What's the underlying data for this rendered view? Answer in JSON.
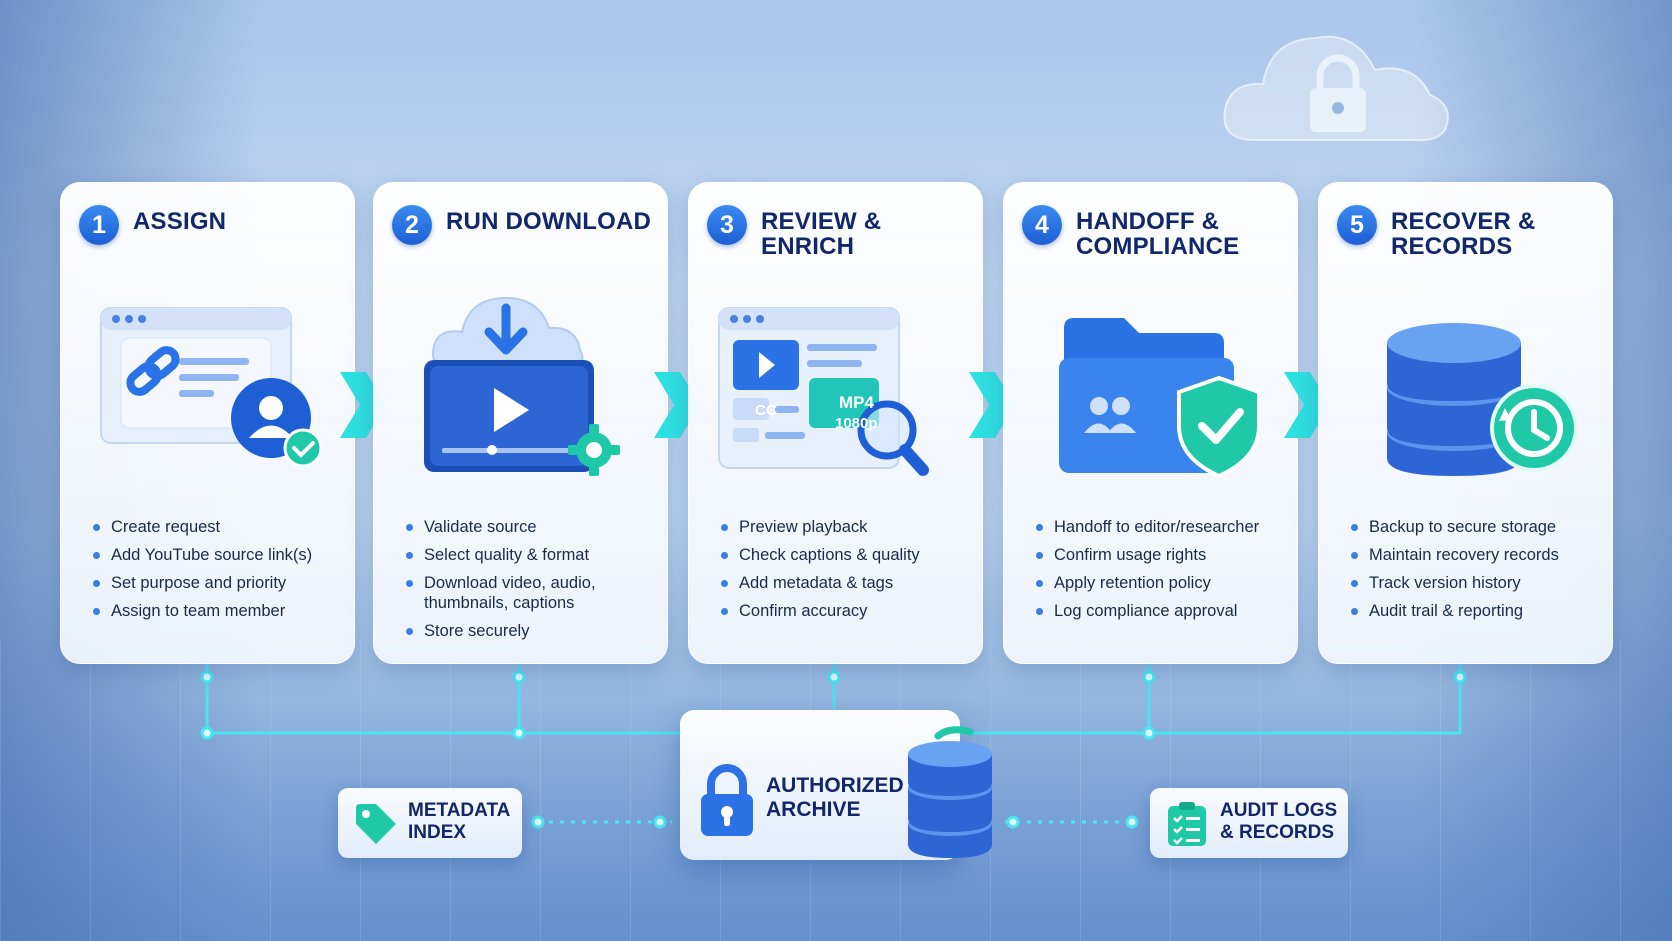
{
  "steps": [
    {
      "num": "1",
      "title": "ASSIGN",
      "icon": "link-user-icon",
      "bullets": [
        "Create request",
        "Add YouTube source link(s)",
        "Set purpose and priority",
        "Assign to team member"
      ]
    },
    {
      "num": "2",
      "title": "RUN DOWNLOAD",
      "icon": "cloud-download-video-icon",
      "bullets": [
        "Validate source",
        "Select quality & format",
        "Download video, audio, thumbnails, captions",
        "Store securely"
      ]
    },
    {
      "num": "3",
      "title": "REVIEW & ENRICH",
      "icon": "review-magnifier-icon",
      "badge_format": "MP4",
      "badge_quality": "1080p",
      "badge_cc": "CC",
      "bullets": [
        "Preview playback",
        "Check captions & quality",
        "Add metadata & tags",
        "Confirm accuracy"
      ]
    },
    {
      "num": "4",
      "title": "HANDOFF & COMPLIANCE",
      "icon": "folder-shield-icon",
      "bullets": [
        "Handoff to editor/researcher",
        "Confirm usage rights",
        "Apply retention policy",
        "Log compliance approval"
      ]
    },
    {
      "num": "5",
      "title": "RECOVER & RECORDS",
      "icon": "database-history-icon",
      "bullets": [
        "Backup to secure storage",
        "Maintain recovery records",
        "Track version history",
        "Audit trail & reporting"
      ]
    }
  ],
  "archive": {
    "label": "AUTHORIZED ARCHIVE",
    "icon": "lock-icon"
  },
  "metadata_index": {
    "label": "METADATA INDEX",
    "icon": "tag-icon"
  },
  "audit_logs": {
    "label": "AUDIT LOGS & RECORDS",
    "icon": "clipboard-checklist-icon"
  },
  "colors": {
    "accent_blue": "#2a72e5",
    "title_navy": "#10286b",
    "arrow_cyan": "#2fe0e0",
    "connector_cyan": "#46e6f2",
    "check_teal": "#1fc9a8"
  }
}
